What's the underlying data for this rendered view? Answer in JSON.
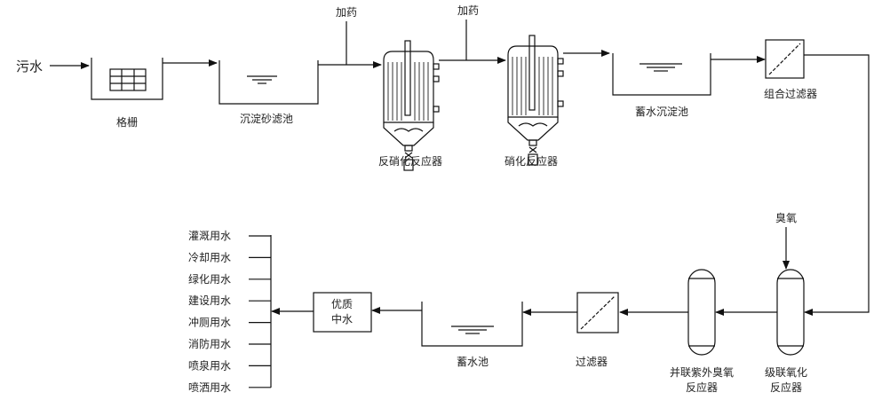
{
  "inputs": {
    "sewage": "污水",
    "dosing_1": "加药",
    "dosing_2": "加药",
    "ozone": "臭氧"
  },
  "units": {
    "screen": "格栅",
    "sand_filter_basin": "沉淀砂滤池",
    "denitrification_reactor": "反硝化反应器",
    "nitrification_reactor": "硝化反应器",
    "storage_settling_tank": "蓄水沉淀池",
    "combined_filter": "组合过滤器",
    "cascade_oxidation_line1": "级联氧化",
    "cascade_oxidation_line2": "反应器",
    "uv_ozone_line1": "并联紫外臭氧",
    "uv_ozone_line2": "反应器",
    "filter": "过滤器",
    "storage_tank": "蓄水池",
    "reclaimed_line1": "优质",
    "reclaimed_line2": "中水"
  },
  "uses": [
    "灌溉用水",
    "冷却用水",
    "绿化用水",
    "建设用水",
    "冲厕用水",
    "消防用水",
    "喷泉用水",
    "喷洒用水"
  ]
}
